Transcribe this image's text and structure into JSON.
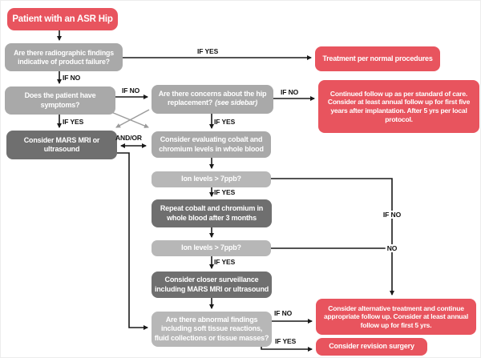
{
  "figure": {
    "type": "flowchart",
    "subject": "Patient with an ASR Hip clinical decision pathway"
  },
  "colors": {
    "node_red": "#E8545E",
    "node_gray_medium": "#A9A9A9",
    "node_gray_light": "#B7B7B7",
    "node_gray_dark": "#6F6F6F",
    "line": "#1a1a1a",
    "diagonal_line": "#9a9a9a",
    "node_text": "#ffffff",
    "label_text": "#111111"
  },
  "nodes": {
    "start": {
      "text": "Patient with an ASR Hip"
    },
    "radiographic": {
      "text": "Are there radiographic findings indicative of product failure?"
    },
    "symptoms": {
      "text": "Does the patient have symptoms?"
    },
    "mars_mri": {
      "text": "Consider MARS MRI or ultrasound"
    },
    "concerns": {
      "text": "Are there concerns about the hip replacement?",
      "note": "(see sidebar)"
    },
    "evaluate": {
      "text": "Consider evaluating cobalt and chromium levels in whole blood"
    },
    "ion1": {
      "text": "Ion levels > 7ppb?"
    },
    "repeat": {
      "text": "Repeat cobalt and chromium in whole blood after 3 months"
    },
    "ion2": {
      "text": "Ion levels > 7ppb?"
    },
    "surveillance": {
      "text": "Consider closer surveillance including MARS MRI or ultrasound"
    },
    "abnormal": {
      "text": "Are there abnormal findings including soft tissue reactions, fluid collections or tissue masses?"
    },
    "treatment": {
      "text": "Treatment per normal procedures"
    },
    "followup": {
      "text": "Continued follow up as per standard of care. Consider at least annual follow up for first five years after implantation. After 5 yrs per local protocol."
    },
    "alternative": {
      "text": "Consider alternative treatment and continue appropriate follow up. Consider at least annual follow up for first 5 yrs."
    },
    "revision": {
      "text": "Consider revision surgery"
    }
  },
  "edge_labels": {
    "if_yes": "IF YES",
    "if_no": "IF NO",
    "no": "NO",
    "and_or": "AND/OR"
  }
}
